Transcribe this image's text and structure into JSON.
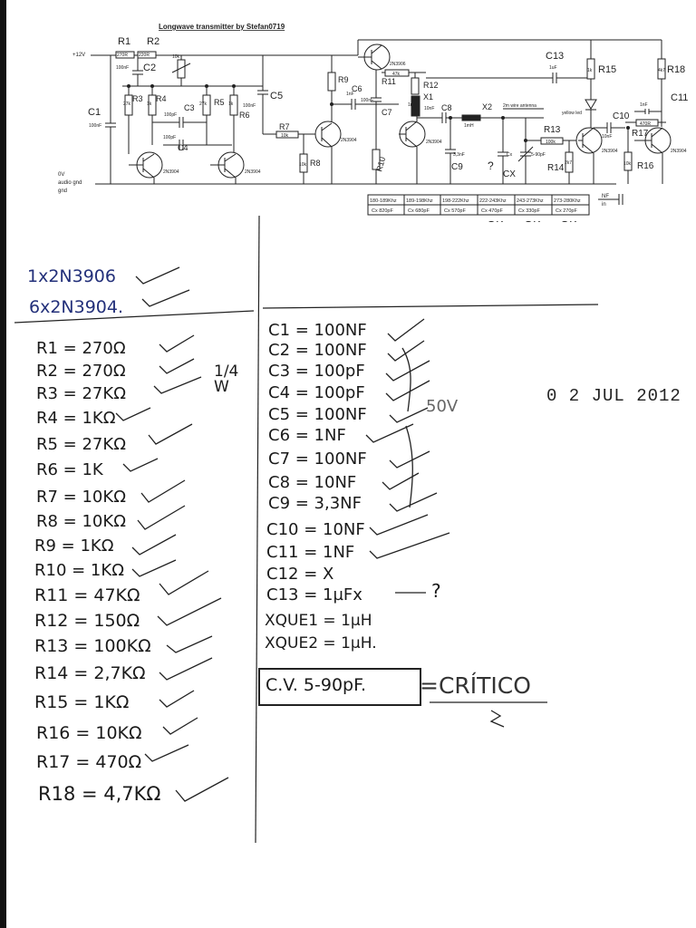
{
  "schematic": {
    "title": "Longwave transmitter by Stefan0719",
    "labels": {
      "supply": "+12V",
      "ground": "0V",
      "audio_gnd": "audio gnd",
      "gnd": "gnd",
      "antenna": "2m wire antenna",
      "nf_in": "NF",
      "in": "in",
      "led": "yellow led",
      "q_pnp": "2N3906",
      "q_npn": "2N3904",
      "r1": "270R",
      "r2": "220R",
      "r3": "27k",
      "r4": "1k",
      "r5": "27k",
      "r6": "1k",
      "r7": "10k",
      "r8": "10k",
      "r9": "1k",
      "r10": "1k",
      "r11": "47k",
      "r12": "150R",
      "r13": "100k",
      "r14": "2k7",
      "r15": "1k",
      "r16": "10k",
      "r17": "470R",
      "r18": "4k7",
      "c1": "100nF",
      "c2": "100nF",
      "c3": "100pF",
      "c4": "100pF",
      "c5": "100nF",
      "c6": "1nF",
      "c7": "100nF",
      "c8": "10nF",
      "c9": "3,3nF",
      "c10": "10nF",
      "c11": "1nF",
      "c13": "1uF",
      "cx": "Cx",
      "cv": "5-90pF",
      "l1": "1mH",
      "l2": "1mH",
      "pot": "10k"
    },
    "handwritten": {
      "r1": "R1",
      "r2": "R2",
      "c2": "C2",
      "c1": "C1",
      "r3": "R3",
      "r4": "R4",
      "c3": "C3",
      "c4": "C4",
      "r5": "R5",
      "r6": "R6",
      "c5": "C5",
      "r7": "R7",
      "r8": "R8",
      "r9": "R9",
      "c6": "C6",
      "c7": "C7",
      "r10": "R10",
      "r11": "R11",
      "r12": "R12",
      "x1": "X1",
      "c8": "C8",
      "x2": "X2",
      "c9": "C9",
      "cx": "CX",
      "q": "?",
      "c13": "C13",
      "r15": "R15",
      "r18": "R18",
      "c11": "C11",
      "c10": "C10",
      "r13": "R13",
      "r14": "R14",
      "r17": "R17",
      "r16": "R16"
    },
    "table": {
      "header": [
        "180-189Khz",
        "189-198Khz",
        "198-222Khz",
        "222-243Khz",
        "243-273Khz",
        "273-280Khz"
      ],
      "values": [
        "Cx 820pF",
        "Cx 680pF",
        "Cx 570pF",
        "Cx 470pF",
        "Cx 330pF",
        "Cx 270pF"
      ],
      "ok_marks": [
        "OK",
        "OK",
        "OK"
      ]
    }
  },
  "transistors": [
    "1x2N3906",
    "6x2N3904."
  ],
  "resistors": [
    "R1 = 270Ω",
    "R2 = 270Ω",
    "R3 = 27KΩ",
    "R4 = 1KΩ",
    "R5 = 27KΩ",
    "R6 = 1K",
    "R7 = 10KΩ",
    "R8 = 10KΩ",
    "R9 = 1KΩ",
    "R10 = 1KΩ",
    "R11 = 47KΩ",
    "R12 = 150Ω",
    "R13 = 100KΩ",
    "R14 = 2,7KΩ",
    "R15 = 1KΩ",
    "R16 = 10KΩ",
    "R17 = 470Ω",
    "R18 = 4,7KΩ"
  ],
  "resistor_note": "1/4 W",
  "capacitors": [
    "C1 = 100NF",
    "C2 = 100NF",
    "C3 = 100pF",
    "C4 = 100pF",
    "C5 = 100NF",
    "C6 = 1NF",
    "C7 = 100NF",
    "C8 = 10NF",
    "C9 = 3,3NF",
    "C10 = 10NF",
    "C11 = 1NF",
    "C12 = X",
    "C13 = 1µFx",
    "XQUE1 = 1µH",
    "XQUE2 = 1µH."
  ],
  "capacitor_note": "50V",
  "c13_question": "?",
  "cv_box": "C.V. 5-90pF.",
  "critico": "=CRÍTICO",
  "date": "0 2  JUL  2012",
  "colors": {
    "ink": "#1a1a1a",
    "blue_ink": "#23307a",
    "paper": "#ffffff"
  }
}
